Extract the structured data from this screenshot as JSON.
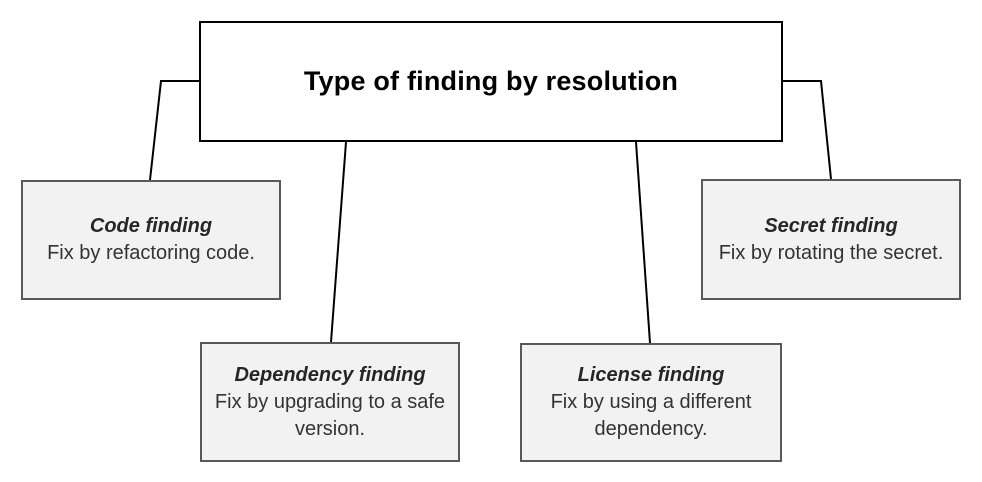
{
  "diagram": {
    "root": {
      "title": "Type of finding by resolution"
    },
    "nodes": [
      {
        "id": "code-finding",
        "title": "Code finding",
        "description": "Fix by refactoring code."
      },
      {
        "id": "dependency-finding",
        "title": "Dependency finding",
        "description": "Fix by upgrading to a safe version."
      },
      {
        "id": "license-finding",
        "title": "License finding",
        "description": "Fix by using a different dependency."
      },
      {
        "id": "secret-finding",
        "title": "Secret finding",
        "description": "Fix by rotating the secret."
      }
    ],
    "colors": {
      "background": "#ffffff",
      "root_fill": "#ffffff",
      "root_border": "#000000",
      "root_text": "#000000",
      "node_fill": "#f2f2f2",
      "node_border": "#595959",
      "node_title_text": "#262626",
      "node_body_text": "#333333",
      "connector": "#000000"
    }
  }
}
